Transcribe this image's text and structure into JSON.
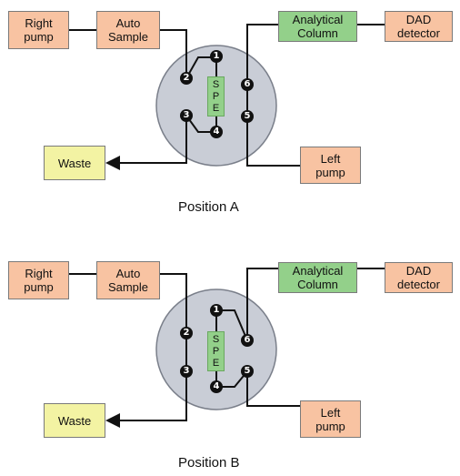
{
  "colors": {
    "pump_box": "#f8c3a2",
    "column_box": "#93d08a",
    "waste_box": "#f3f3a3",
    "valve_body": "#c9cdd6",
    "port": "#111111",
    "line": "#111111"
  },
  "position_a": {
    "caption": "Position A",
    "right_pump": "Right\npump",
    "auto_sample": "Auto\nSample",
    "analytical_column": "Analytical\nColumn",
    "dad_detector": "DAD\ndetector",
    "waste": "Waste",
    "left_pump": "Left\npump",
    "spe": [
      "S",
      "P",
      "E"
    ],
    "ports": [
      "1",
      "2",
      "3",
      "4",
      "5",
      "6"
    ]
  },
  "position_b": {
    "caption": "Position B",
    "right_pump": "Right\npump",
    "auto_sample": "Auto\nSample",
    "analytical_column": "Analytical\nColumn",
    "dad_detector": "DAD\ndetector",
    "waste": "Waste",
    "left_pump": "Left\npump",
    "spe": [
      "S",
      "P",
      "E"
    ],
    "ports": [
      "1",
      "2",
      "3",
      "4",
      "5",
      "6"
    ]
  }
}
